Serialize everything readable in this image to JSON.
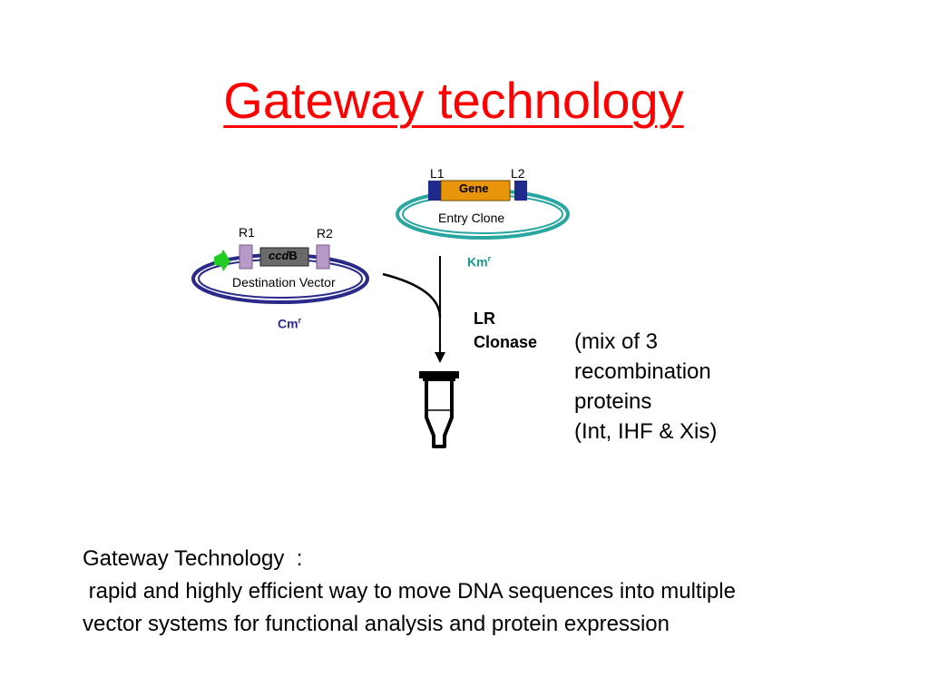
{
  "title": "Gateway technology",
  "entry_clone": {
    "left_site": "L1",
    "right_site": "L2",
    "gene_label": "Gene",
    "plasmid_label": "Entry Clone",
    "resistance": "Km",
    "resistance_sup": "r"
  },
  "destination_vector": {
    "left_site": "R1",
    "right_site": "R2",
    "ccdb_italic": "ccd",
    "ccdb_plain": "B",
    "plasmid_label": "Destination Vector",
    "resistance": "Cm",
    "resistance_sup": "r"
  },
  "enzyme": {
    "line1": "LR",
    "line2": "Clonase"
  },
  "enzyme_note": {
    "lines": [
      "(mix of 3",
      "recombination",
      "proteins",
      "(Int, IHF & Xis)"
    ]
  },
  "description": {
    "lines": [
      "Gateway Technology  :",
      " rapid and highly efficient way to move DNA sequences into multiple",
      "vector systems for functional analysis and protein expression"
    ]
  },
  "colors": {
    "title": "#ff0000",
    "entry_ring": "#2aa6a0",
    "destination_ring": "#2a2a8a",
    "gene_box": "#e8950c",
    "l_site": "#1e2a8c",
    "r_site": "#b89ac8",
    "ccdb_box": "#6a6a6a",
    "promoter_arrow": "#22cc22",
    "km_text": "#1a9a8a",
    "cm_text": "#2a2aa0"
  }
}
